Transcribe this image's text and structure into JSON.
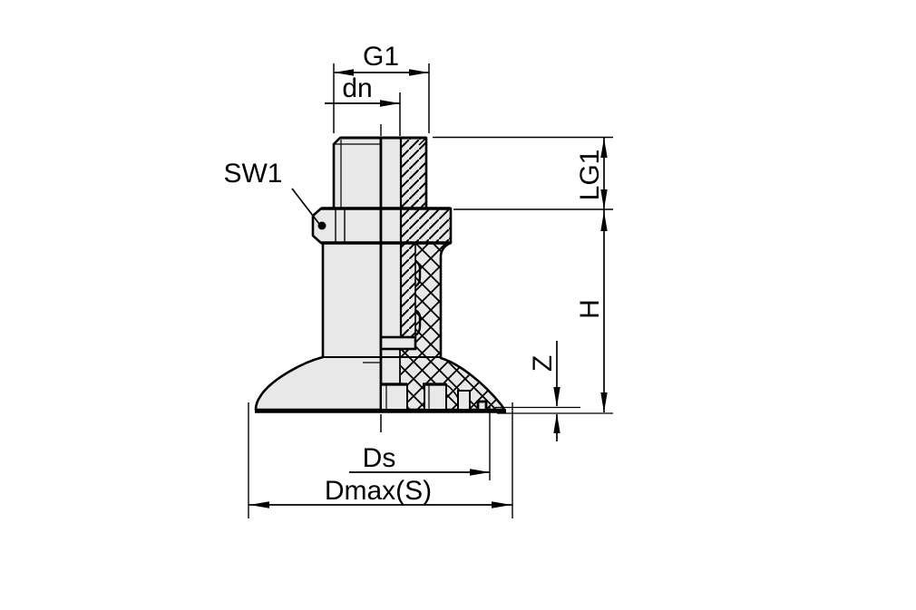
{
  "diagram": {
    "type": "technical-drawing",
    "description": "Sectioned engineering drawing of a flat suction cup with threaded nipple fitting and hex nut; left half exterior view, right half cross-section",
    "colors": {
      "background": "#ffffff",
      "part_fill": "#e8e8e8",
      "line": "#000000"
    },
    "labels": {
      "g1": "G1",
      "dn": "dn",
      "sw1": "SW1",
      "lg1": "LG1",
      "h": "H",
      "z": "Z",
      "ds": "Ds",
      "dmax": "Dmax(S)"
    }
  }
}
